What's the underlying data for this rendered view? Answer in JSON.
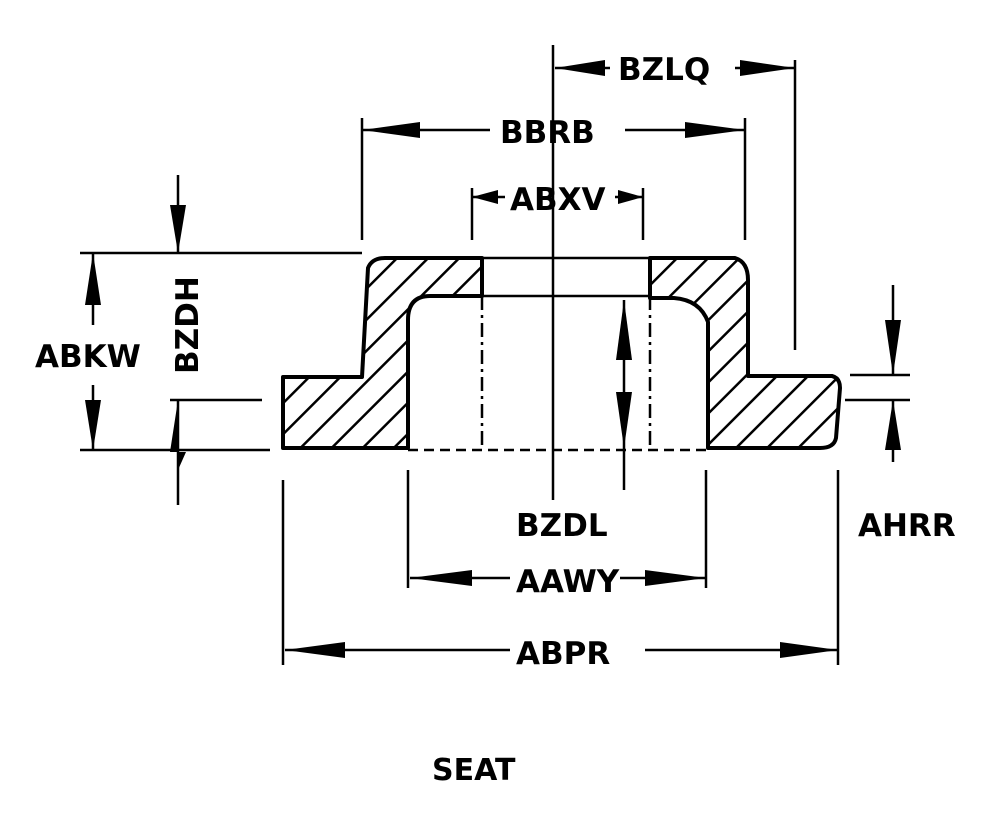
{
  "diagram": {
    "title": "SEAT",
    "dimensions": {
      "bzlq": "BZLQ",
      "bbrb": "BBRB",
      "abxv": "ABXV",
      "abkw": "ABKW",
      "bzdh": "BZDH",
      "bzdl": "BZDL",
      "aawy": "AAWY",
      "abpr": "ABPR",
      "ahrr": "AHRR"
    }
  }
}
